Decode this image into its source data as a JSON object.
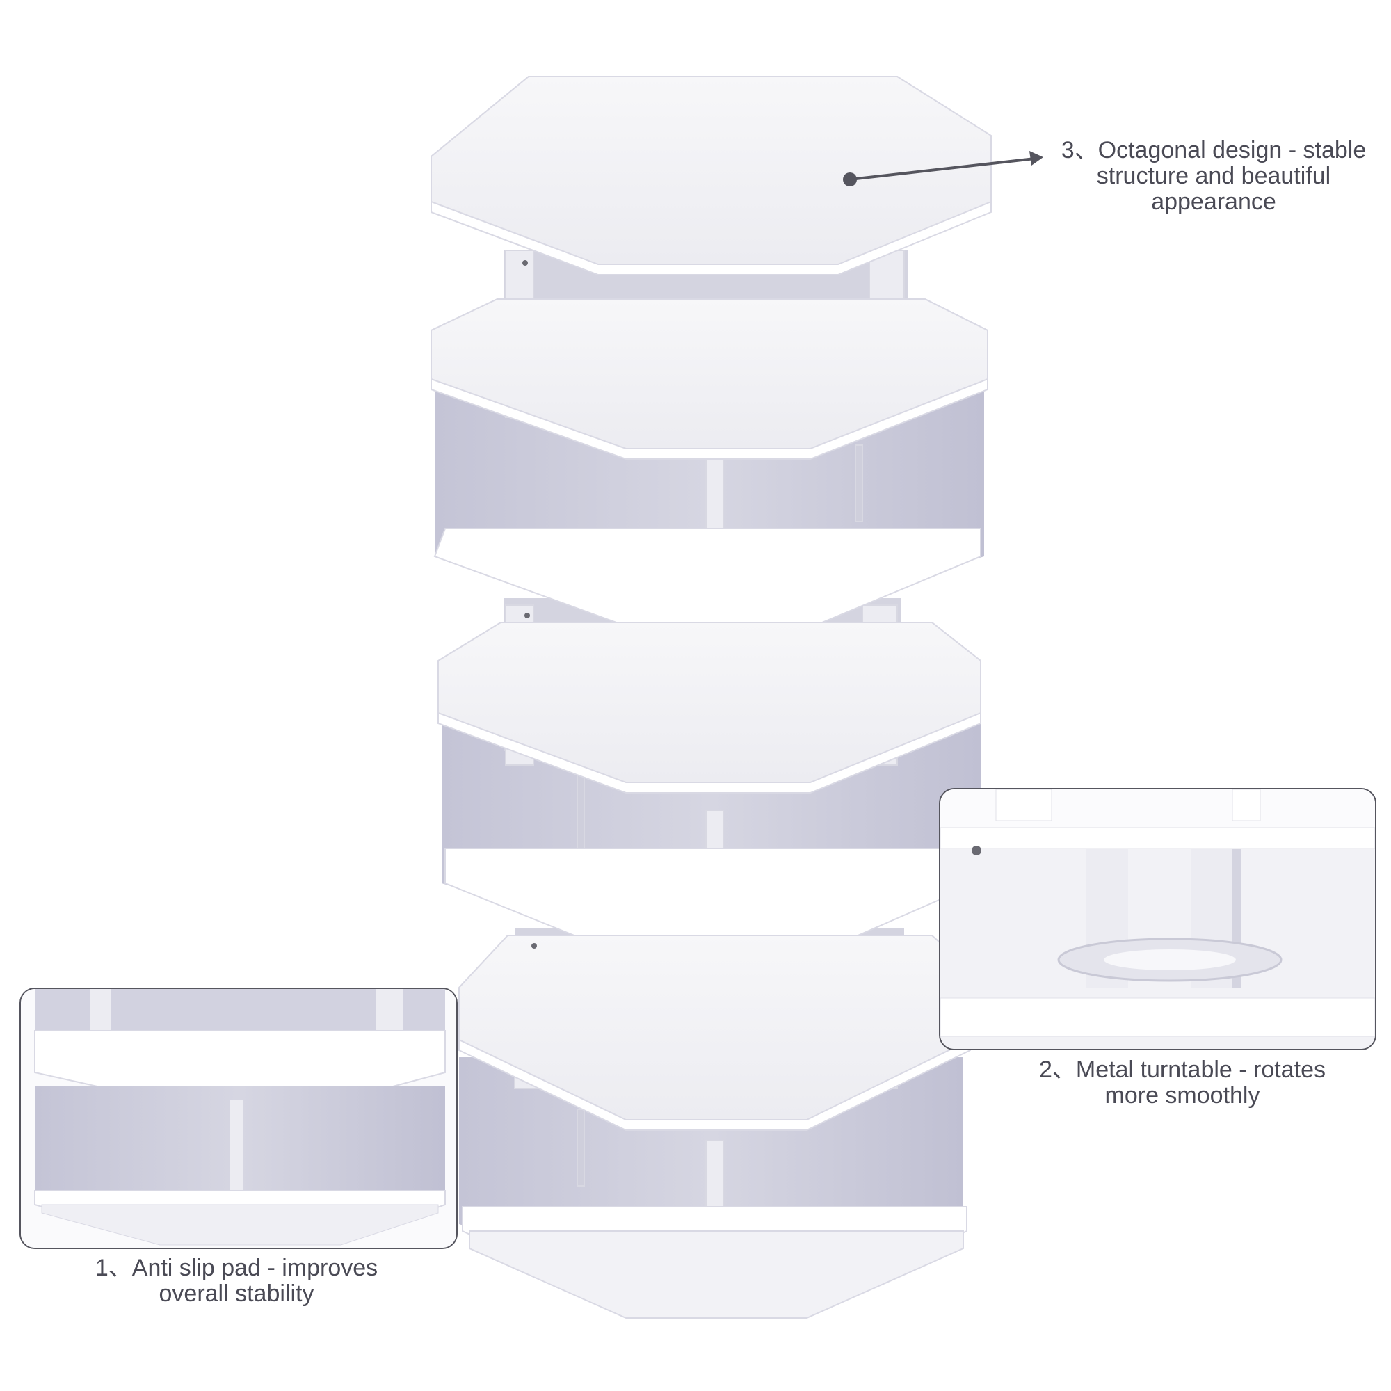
{
  "callouts": {
    "octagonal": {
      "line1": "3、Octagonal design - stable",
      "line2": "structure and beautiful",
      "line3": "appearance"
    },
    "turntable": {
      "line1": "2、Metal turntable - rotates",
      "line2": "more smoothly"
    },
    "antislip": {
      "line1": "1、Anti slip pad - improves",
      "line2": "overall stability"
    }
  },
  "colors": {
    "shelf_top": "#f4f4f7",
    "shelf_edge": "#ffffff",
    "cavity": "#c9c9d8",
    "cavity_dark": "#b9b9cc",
    "divider": "#e9e9f0",
    "leader": "#55555e"
  }
}
